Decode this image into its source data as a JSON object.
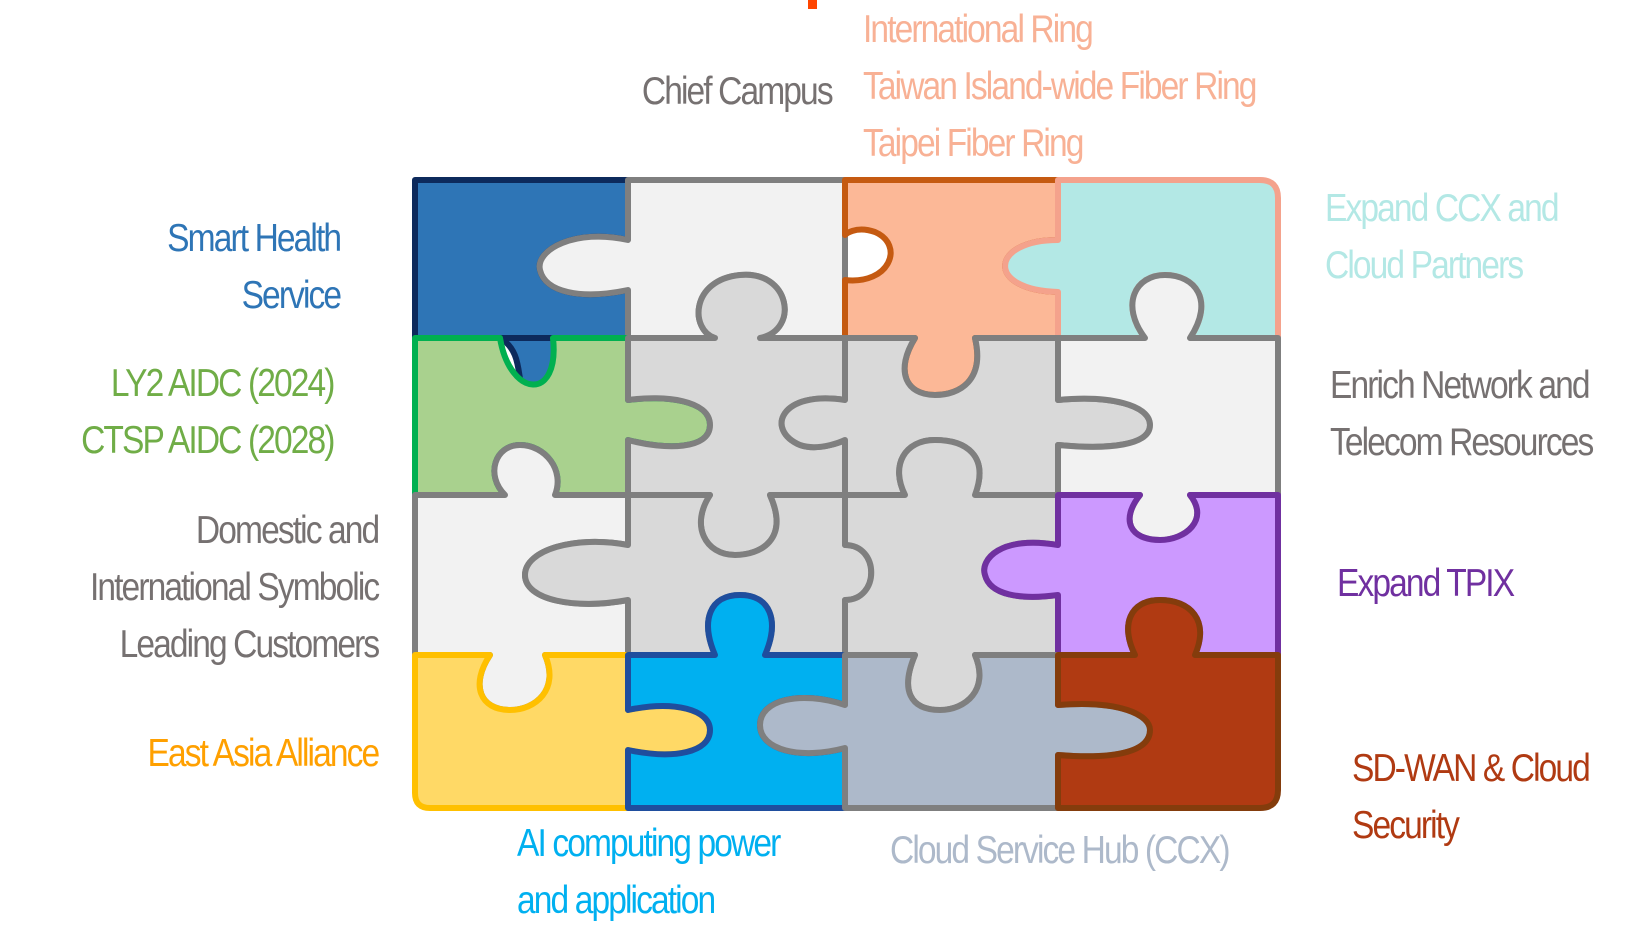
{
  "colors": {
    "smart_health": "#2e75b6",
    "ly2": "#70ad47",
    "domestic": "#767171",
    "east_asia": "#ffa000",
    "ai": "#00b0f0",
    "cloud_hub": "#adb9ca",
    "sdwan": "#b03a12",
    "tpix": "#7030a0",
    "enrich": "#767171",
    "expand_ccx": "#b3e8e5",
    "rings": "#f8b195",
    "chief": "#767171",
    "marker": "#ff4500"
  },
  "labels": {
    "chief_campus": "Chief Campus",
    "rings": [
      "International Ring",
      "Taiwan Island-wide Fiber Ring",
      "Taipei Fiber Ring"
    ],
    "smart_health": [
      "Smart Health",
      "Service"
    ],
    "ly2": [
      "LY2 AIDC (2024)",
      "CTSP AIDC (2028)"
    ],
    "domestic": [
      "Domestic and",
      "International Symbolic",
      "Leading Customers"
    ],
    "east_asia": "East Asia Alliance",
    "ai": [
      "AI computing power",
      "and application"
    ],
    "cloud_hub": "Cloud Service Hub (CCX)",
    "expand_ccx": [
      "Expand CCX and",
      "Cloud Partners"
    ],
    "enrich": [
      "Enrich Network and",
      "Telecom Resources"
    ],
    "tpix": "Expand TPIX",
    "sdwan": [
      "SD-WAN & Cloud",
      "Security"
    ]
  }
}
